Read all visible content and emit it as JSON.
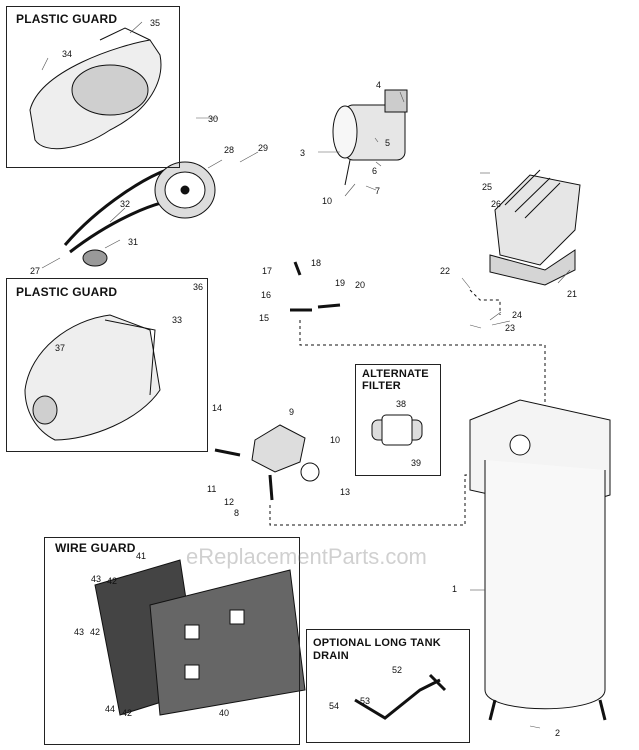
{
  "boxes": {
    "plastic_guard_top": "PLASTIC GUARD",
    "plastic_guard_mid": "PLASTIC GUARD",
    "alternate_filter": "ALTERNATE FILTER",
    "wire_guard": "WIRE GUARD",
    "long_tank_drain": "OPTIONAL LONG TANK DRAIN"
  },
  "watermark": "eReplacementParts.com",
  "callouts": [
    "1",
    "2",
    "3",
    "4",
    "5",
    "6",
    "7",
    "8",
    "9",
    "10",
    "10",
    "11",
    "12",
    "13",
    "14",
    "15",
    "16",
    "17",
    "18",
    "19",
    "20",
    "21",
    "22",
    "23",
    "24",
    "25",
    "26",
    "27",
    "28",
    "29",
    "30",
    "31",
    "32",
    "33",
    "34",
    "35",
    "36",
    "37",
    "38",
    "39",
    "40",
    "41",
    "42",
    "42",
    "42",
    "43",
    "43",
    "44",
    "52",
    "53",
    "54"
  ]
}
